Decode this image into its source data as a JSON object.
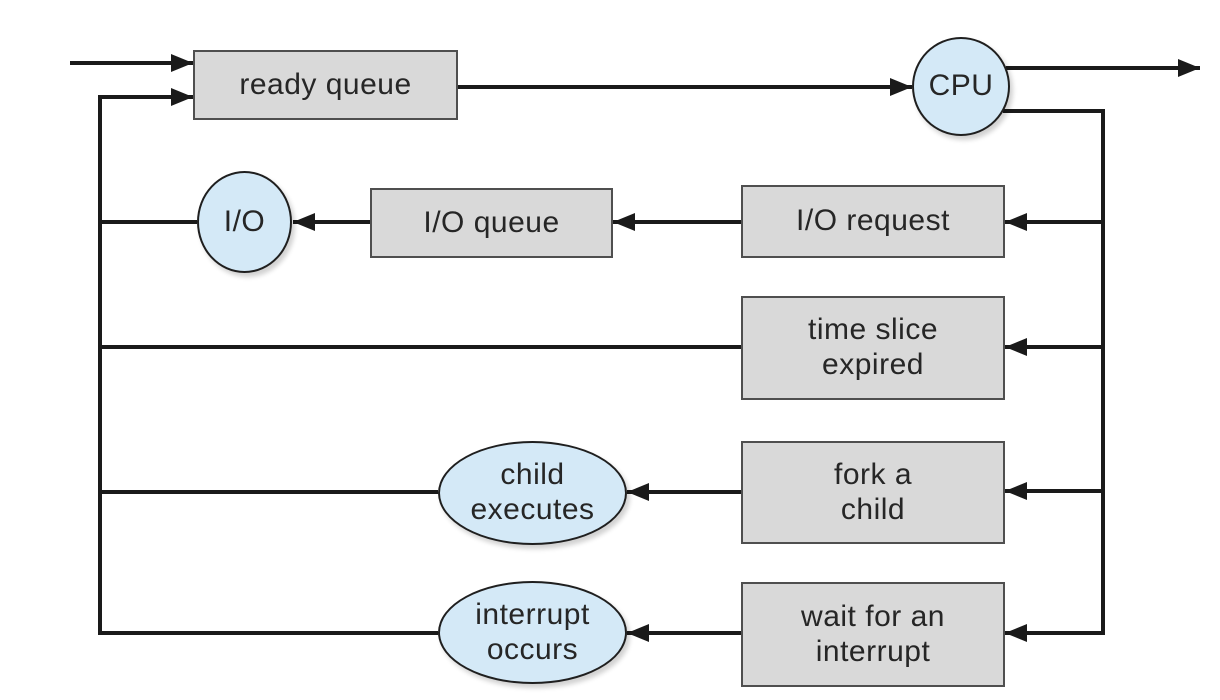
{
  "nodes": {
    "ready_queue": {
      "label": "ready queue"
    },
    "cpu": {
      "label": "CPU"
    },
    "io": {
      "label": "I/O"
    },
    "io_queue": {
      "label": "I/O queue"
    },
    "io_request": {
      "label": "I/O request"
    },
    "time_slice_expired": {
      "label": "time slice\nexpired"
    },
    "fork_a_child": {
      "label": "fork a\nchild"
    },
    "wait_for_interrupt": {
      "label": "wait for an\ninterrupt"
    },
    "child_executes": {
      "label": "child\nexecutes"
    },
    "interrupt_occurs": {
      "label": "interrupt\noccurs"
    }
  },
  "colors": {
    "bg": "#ffffff",
    "box_fill": "#d9d9d9",
    "box_border": "#4f4f4f",
    "bubble_fill": "#d4e9f7",
    "bubble_border": "#1f1f1f",
    "line_color": "#1a1a1a",
    "text_color": "#262626"
  }
}
